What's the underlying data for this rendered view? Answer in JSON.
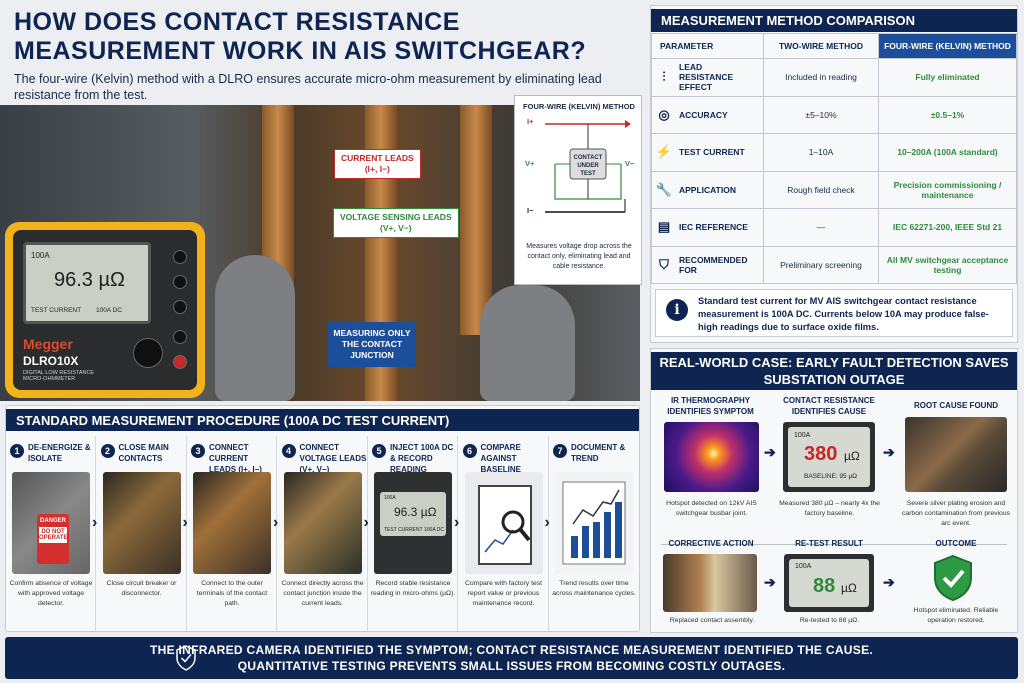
{
  "header": {
    "title": "HOW DOES CONTACT RESISTANCE MEASUREMENT WORK IN AIS SWITCHGEAR?",
    "subtitle": "The four-wire (Kelvin) method with a DLRO ensures accurate micro-ohm measurement by eliminating lead resistance from the test."
  },
  "photo": {
    "meter": {
      "brand": "Megger",
      "model": "DLRO10X",
      "model_desc": "DIGITAL LOW RESISTANCE MICRO-OHMMETER",
      "range": "100A",
      "reading": "96.3 µΩ",
      "test_current_label": "TEST CURRENT",
      "test_current_value": "100A DC"
    },
    "callouts": {
      "current_leads": "CURRENT LEADS",
      "current_leads_sub": "(I+, I−)",
      "voltage_leads": "VOLTAGE SENSING LEADS",
      "voltage_leads_sub": "(V+, V−)",
      "junction": "MEASURING ONLY THE CONTACT JUNCTION"
    },
    "kelvin": {
      "title": "FOUR-WIRE (KELVIN) METHOD",
      "i_plus": "I+",
      "i_minus": "I−",
      "v_plus": "V+",
      "v_minus": "V−",
      "box": "CONTACT UNDER TEST",
      "caption": "Measures voltage drop across the contact only, eliminating lead and cable resistance."
    }
  },
  "procedure": {
    "title": "STANDARD MEASUREMENT PROCEDURE (100A DC TEST CURRENT)",
    "steps": [
      {
        "num": "1",
        "label": "DE-ENERGIZE & ISOLATE",
        "desc": "Confirm absence of voltage with approved voltage detector.",
        "tag1": "DANGER",
        "tag2": "DO NOT OPERATE"
      },
      {
        "num": "2",
        "label": "CLOSE MAIN CONTACTS",
        "desc": "Close circuit breaker or disconnector."
      },
      {
        "num": "3",
        "label": "CONNECT CURRENT LEADS (I+, I−)",
        "desc": "Connect to the outer terminals of the contact path."
      },
      {
        "num": "4",
        "label": "CONNECT VOLTAGE LEADS (V+, V−)",
        "desc": "Connect directly across the contact junction inside the current leads."
      },
      {
        "num": "5",
        "label": "INJECT 100A DC & RECORD READING",
        "desc": "Record stable resistance reading in micro-ohms (µΩ).",
        "range": "100A",
        "reading": "96.3 µΩ",
        "tc": "TEST CURRENT",
        "tcv": "100A DC"
      },
      {
        "num": "6",
        "label": "COMPARE AGAINST BASELINE",
        "desc": "Compare with factory test report value or previous maintenance record."
      },
      {
        "num": "7",
        "label": "DOCUMENT & TREND",
        "desc": "Trend results over time across maintenance cycles."
      }
    ]
  },
  "comparison": {
    "title": "MEASUREMENT METHOD COMPARISON",
    "columns": [
      "PARAMETER",
      "TWO-WIRE METHOD",
      "FOUR-WIRE (KELVIN) METHOD"
    ],
    "rows": [
      {
        "icon": "resistor-icon",
        "glyph": "⫶",
        "param": "LEAD RESISTANCE EFFECT",
        "two": "Included in reading",
        "four": "Fully eliminated"
      },
      {
        "icon": "target-icon",
        "glyph": "◎",
        "param": "ACCURACY",
        "two": "±5–10%",
        "four": "±0.5–1%"
      },
      {
        "icon": "lightning-icon",
        "glyph": "⚡",
        "param": "TEST CURRENT",
        "two": "1–10A",
        "four": "10–200A (100A standard)"
      },
      {
        "icon": "wrench-icon",
        "glyph": "🔧",
        "param": "APPLICATION",
        "two": "Rough field check",
        "four": "Precision commissioning / maintenance"
      },
      {
        "icon": "document-icon",
        "glyph": "▤",
        "param": "IEC REFERENCE",
        "two": "—",
        "four": "IEC 62271-200, IEEE Std 21"
      },
      {
        "icon": "shield-check-icon",
        "glyph": "⛉",
        "param": "RECOMMENDED FOR",
        "two": "Preliminary screening",
        "four": "All MV switchgear acceptance testing"
      }
    ],
    "note": "Standard test current for MV AIS switchgear contact resistance measurement is 100A DC. Currents below 10A may produce false-high readings due to surface oxide films."
  },
  "case": {
    "title": "REAL-WORLD CASE: EARLY FAULT DETECTION SAVES SUBSTATION OUTAGE",
    "ir": {
      "title": "IR THERMOGRAPHY IDENTIFIES SYMPTOM",
      "desc": "Hotspot detected on 12kV AIS switchgear busbar joint."
    },
    "cr": {
      "title": "CONTACT RESISTANCE IDENTIFIES CAUSE",
      "range": "100A",
      "value": "380",
      "unit": "µΩ",
      "baseline": "BASELINE: 95 µΩ",
      "desc": "Measured 380 µΩ – nearly 4x the factory baseline."
    },
    "root": {
      "title": "ROOT CAUSE FOUND",
      "desc": "Severe silver plating erosion and carbon contamination from previous arc event."
    },
    "action": {
      "title": "CORRECTIVE ACTION",
      "desc": "Replaced contact assembly."
    },
    "retest": {
      "title": "RE-TEST RESULT",
      "range": "100A",
      "value": "88",
      "unit": "µΩ",
      "desc": "Re-tested to 88 µΩ."
    },
    "outcome": {
      "title": "OUTCOME",
      "desc": "Hotspot eliminated. Reliable operation restored."
    }
  },
  "banner": {
    "line1": "THE INFRARED CAMERA IDENTIFIED THE SYMPTOM; CONTACT RESISTANCE MEASUREMENT IDENTIFIED THE CAUSE.",
    "line2": "QUANTITATIVE TESTING PREVENTS SMALL ISSUES FROM BECOMING COSTLY OUTAGES."
  },
  "colors": {
    "navy": "#0d2550",
    "accent_blue": "#1d4e9a",
    "green": "#2e8b3a",
    "red": "#c62828",
    "meter_yellow": "#f2b21b"
  }
}
